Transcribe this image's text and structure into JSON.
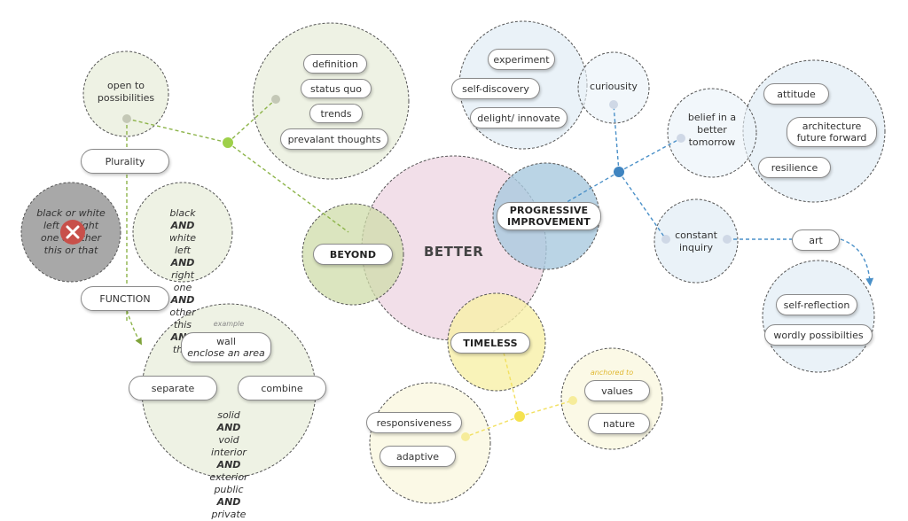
{
  "central": "BETTER",
  "hubs": {
    "beyond": "BEYOND",
    "progressive": [
      "PROGRESSIVE",
      "IMPROVEMENT"
    ],
    "timeless": "TIMELESS"
  },
  "beyond_branch": {
    "open_to": [
      "open to",
      "possibilities"
    ],
    "definition_items": [
      "definition",
      "status quo",
      "trends",
      "prevalant thoughts"
    ],
    "plurality": "Plurality",
    "function": "FUNCTION",
    "exclusive_lines": [
      "black or white",
      "left or right",
      "one or other",
      "this or that"
    ],
    "inclusive_lines": [
      [
        "black",
        "AND",
        "white"
      ],
      [
        "left",
        "AND",
        "right"
      ],
      [
        "one",
        "AND",
        "other"
      ],
      [
        "this",
        "AND",
        "that"
      ]
    ],
    "function_circle": {
      "caption": "example",
      "wall": [
        "wall",
        "enclose an area"
      ],
      "separate": "separate",
      "combine": "combine",
      "lines": [
        [
          "solid",
          "AND",
          "void"
        ],
        [
          "interior",
          "AND",
          "exterior"
        ],
        [
          "public",
          "AND",
          "private"
        ]
      ]
    }
  },
  "progressive_branch": {
    "curiosity": "curiousity",
    "curiosity_items": [
      "experiment",
      "self-discovery",
      "delight/ innovate"
    ],
    "belief": [
      "belief in a",
      "better",
      "tomorrow"
    ],
    "belief_items": [
      "attitude",
      [
        "architecture",
        "future forward"
      ],
      "resilience"
    ],
    "inquiry": [
      "constant",
      "inquiry"
    ],
    "art": "art",
    "reflection_items": [
      "self-reflection",
      "wordly possibilties"
    ]
  },
  "timeless_branch": {
    "anchored_caption": "anchored to",
    "anchored_items": [
      "values",
      "nature"
    ],
    "adaptive_items": [
      "responsiveness",
      "adaptive"
    ]
  },
  "colors": {
    "green": "#8db44a",
    "green_fill": "#eef2e4",
    "blue": "#4a90c8",
    "blue_fill": "#eaf2f8",
    "yellow": "#f2e060",
    "yellow_fill": "#fbf9e6",
    "pink_fill": "#f1dde8",
    "grey_fill": "#a8a8a8",
    "cross_red": "#c8504a"
  },
  "icons": [
    "cross-icon"
  ]
}
